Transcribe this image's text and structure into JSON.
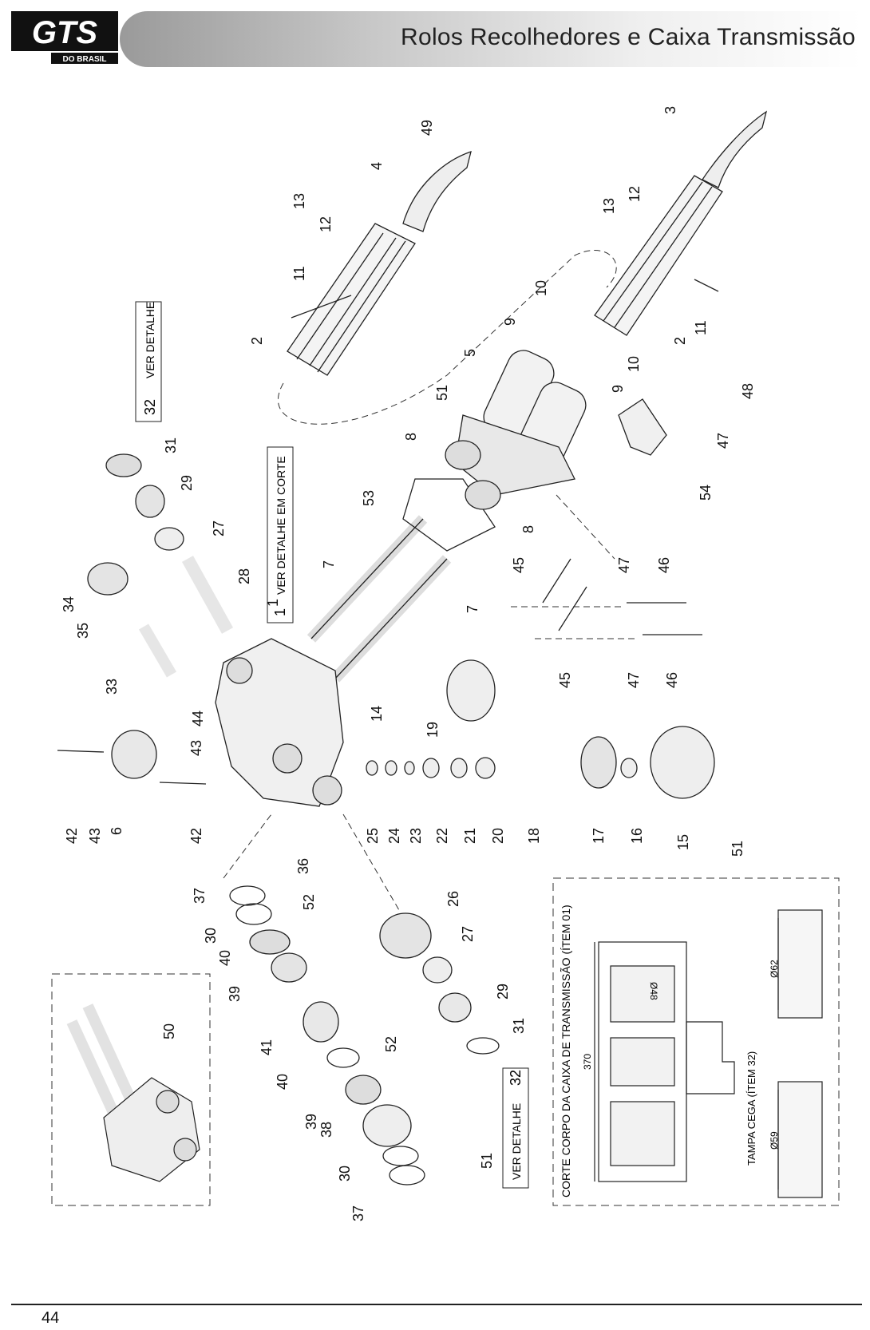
{
  "header": {
    "logo_text": "GTS",
    "logo_subtext": "DO BRASIL",
    "title": "Rolos Recolhedores e Caixa Transmissão"
  },
  "callouts": {
    "ver_detalhe_32": "VER DETALHE",
    "ver_detalhe_32_num": "32",
    "ver_detalhe_corte": "VER DETALHE EM CORTE",
    "ver_detalhe_corte_num": "1",
    "ver_detalhe_32b": "VER DETALHE",
    "ver_detalhe_32b_num": "32"
  },
  "section": {
    "title": "CORTE CORPO DA CAIXA DE TRANSMISSÃO (ÍTEM 01)",
    "dim_370": "370",
    "dim_48": "Ø48",
    "cap_title": "TAMPA CEGA (ÍTEM 32)",
    "dim_62": "Ø62",
    "dim_59": "Ø59"
  },
  "part_labels": [
    "1",
    "2",
    "3",
    "4",
    "5",
    "6",
    "7",
    "8",
    "9",
    "10",
    "11",
    "12",
    "13",
    "14",
    "15",
    "16",
    "17",
    "18",
    "19",
    "20",
    "21",
    "22",
    "23",
    "24",
    "25",
    "26",
    "27",
    "28",
    "29",
    "30",
    "31",
    "32",
    "33",
    "34",
    "35",
    "36",
    "37",
    "38",
    "39",
    "40",
    "41",
    "42",
    "43",
    "44",
    "45",
    "46",
    "47",
    "48",
    "49",
    "50",
    "51",
    "52",
    "53",
    "54"
  ],
  "page_number": "44"
}
